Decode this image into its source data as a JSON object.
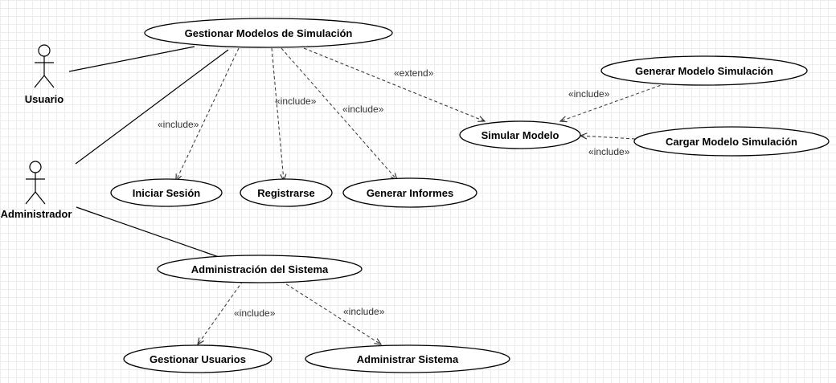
{
  "diagram": {
    "actors": [
      {
        "id": "usuario",
        "label": "Usuario"
      },
      {
        "id": "administrador",
        "label": "Administrador"
      }
    ],
    "use_cases": [
      {
        "id": "gestionar-modelos",
        "label": "Gestionar Modelos de Simulación"
      },
      {
        "id": "iniciar-sesion",
        "label": "Iniciar Sesión"
      },
      {
        "id": "registrarse",
        "label": "Registrarse"
      },
      {
        "id": "generar-informes",
        "label": "Generar Informes"
      },
      {
        "id": "simular-modelo",
        "label": "Simular Modelo"
      },
      {
        "id": "generar-modelo-simulacion",
        "label": "Generar Modelo Simulación"
      },
      {
        "id": "cargar-modelo-simulacion",
        "label": "Cargar Modelo Simulación"
      },
      {
        "id": "administracion-sistema",
        "label": "Administración del Sistema"
      },
      {
        "id": "gestionar-usuarios",
        "label": "Gestionar Usuarios"
      },
      {
        "id": "administrar-sistema",
        "label": "Administrar Sistema"
      }
    ],
    "associations": [
      {
        "from": "usuario",
        "to": "gestionar-modelos"
      },
      {
        "from": "administrador",
        "to": "gestionar-modelos"
      },
      {
        "from": "administrador",
        "to": "administracion-sistema"
      }
    ],
    "dependencies": [
      {
        "from": "gestionar-modelos",
        "to": "iniciar-sesion",
        "label": "«include»"
      },
      {
        "from": "gestionar-modelos",
        "to": "registrarse",
        "label": "«include»"
      },
      {
        "from": "gestionar-modelos",
        "to": "generar-informes",
        "label": "«include»"
      },
      {
        "from": "gestionar-modelos",
        "to": "simular-modelo",
        "label": "«extend»"
      },
      {
        "from": "generar-modelo-simulacion",
        "to": "simular-modelo",
        "label": "«include»"
      },
      {
        "from": "cargar-modelo-simulacion",
        "to": "simular-modelo",
        "label": "«include»"
      },
      {
        "from": "administracion-sistema",
        "to": "gestionar-usuarios",
        "label": "«include»"
      },
      {
        "from": "administracion-sistema",
        "to": "administrar-sistema",
        "label": "«include»"
      }
    ]
  }
}
